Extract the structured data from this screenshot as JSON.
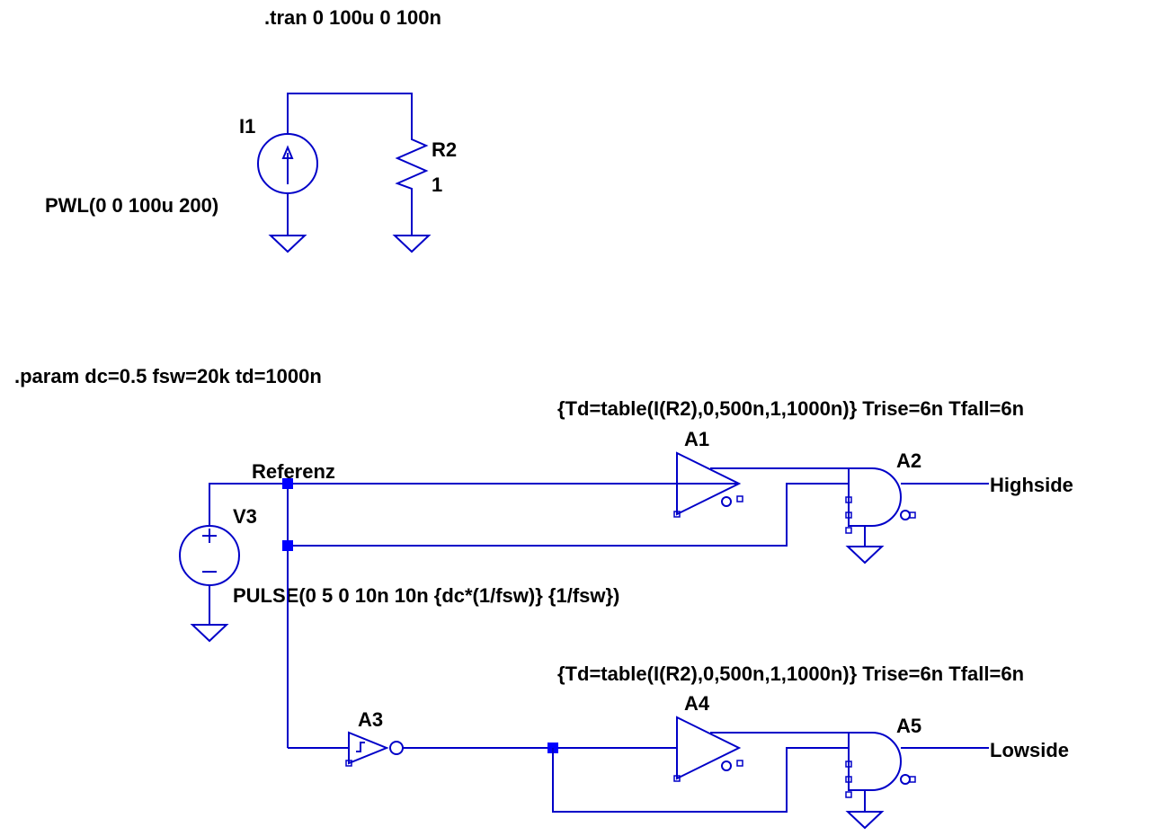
{
  "directives": {
    "tran": ".tran 0 100u 0 100n",
    "param": ".param dc=0.5 fsw=20k td=1000n"
  },
  "components": {
    "I1": {
      "name": "I1",
      "value": "PWL(0 0 100u 200)"
    },
    "R2": {
      "name": "R2",
      "value": "1"
    },
    "V3": {
      "name": "V3",
      "value": "PULSE(0 5 0 10n 10n {dc*(1/fsw)} {1/fsw})"
    },
    "A1": {
      "name": "A1",
      "params": "{Td=table(I(R2),0,500n,1,1000n)} Trise=6n Tfall=6n"
    },
    "A2": {
      "name": "A2"
    },
    "A3": {
      "name": "A3"
    },
    "A4": {
      "name": "A4",
      "params": "{Td=table(I(R2),0,500n,1,1000n)} Trise=6n Tfall=6n"
    },
    "A5": {
      "name": "A5"
    }
  },
  "nets": {
    "referenz": "Referenz",
    "highside": "Highside",
    "lowside": "Lowside"
  },
  "colors": {
    "wire": "#0000c8",
    "node": "#0000ff",
    "text": "#000000",
    "background": "#ffffff"
  }
}
